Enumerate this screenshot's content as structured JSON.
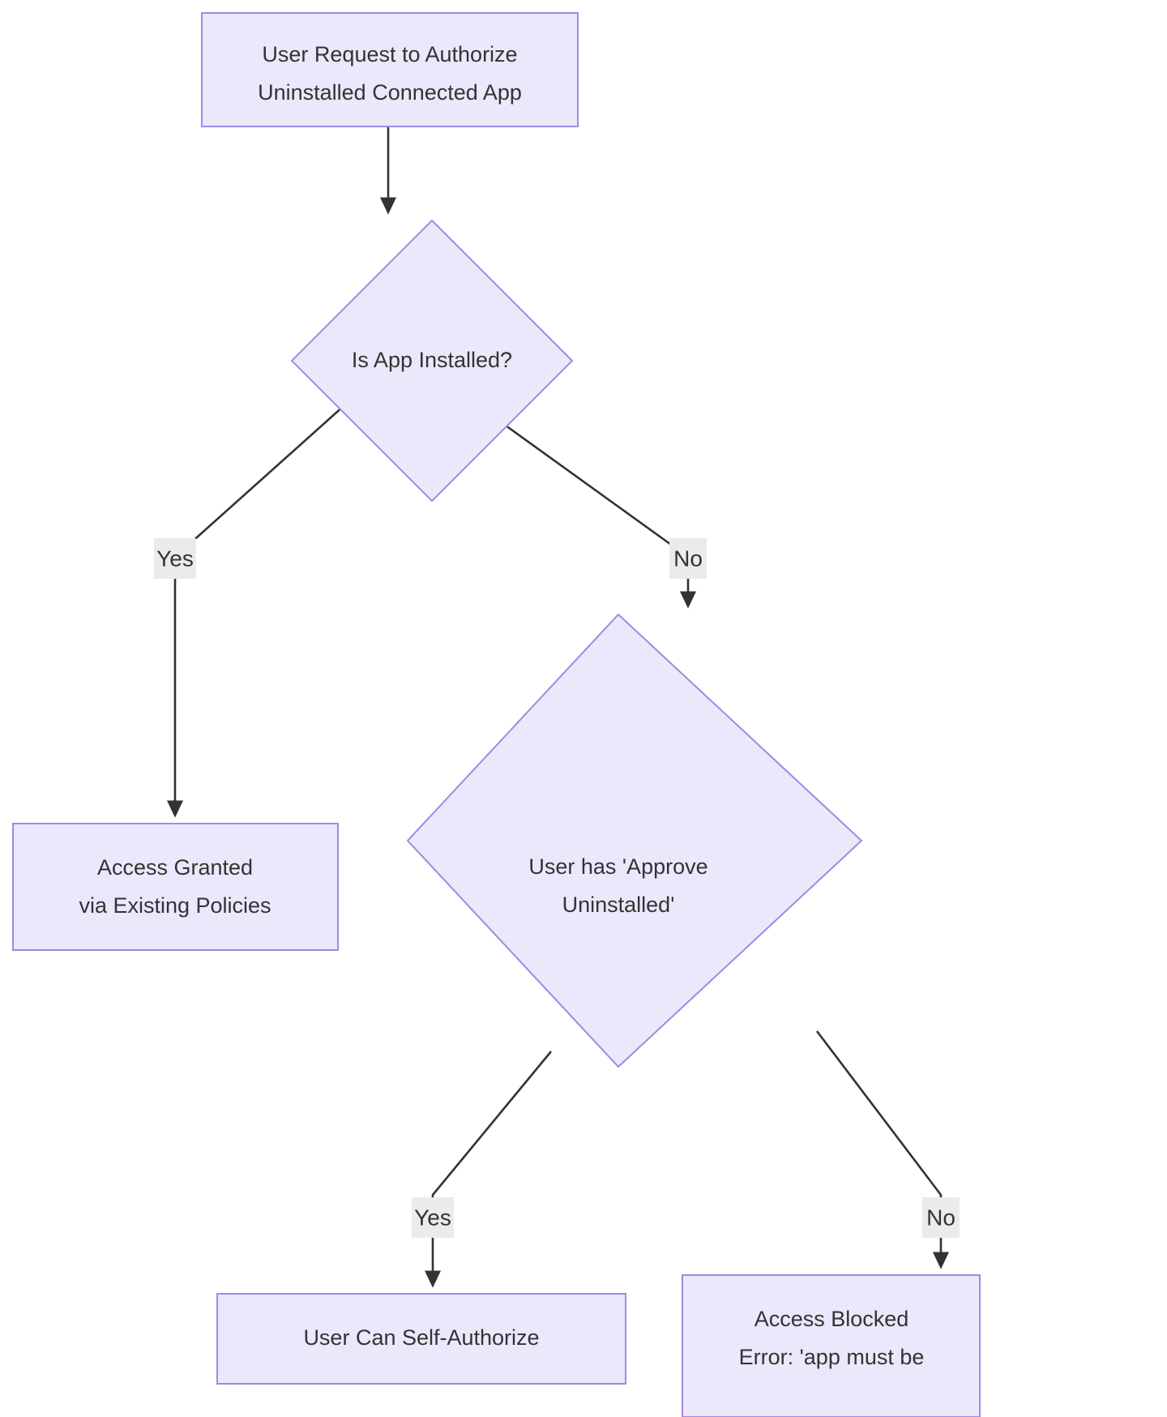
{
  "diagram": {
    "type": "flowchart",
    "title": "Authorize Uninstalled Connected App decision flow",
    "direction": "top-down",
    "colors": {
      "node_fill": "#e9e9fb",
      "node_border": "#a387e4",
      "node_text": "#333333",
      "edge_stroke": "#333333",
      "edge_label_bg": "#ebebeb",
      "canvas_bg": "#ffffff"
    },
    "nodes": [
      {
        "id": "start",
        "shape": "rect",
        "lines": [
          "User Request to Authorize",
          "Uninstalled Connected App"
        ]
      },
      {
        "id": "is_app_installed",
        "shape": "diamond",
        "lines": [
          "Is App Installed?"
        ]
      },
      {
        "id": "access_granted",
        "shape": "rect",
        "lines": [
          "Access Granted",
          "via Existing Policies"
        ]
      },
      {
        "id": "has_approve_uninstalled",
        "shape": "diamond",
        "lines": [
          "User has 'Approve",
          "Uninstalled'"
        ]
      },
      {
        "id": "self_authorize",
        "shape": "rect",
        "lines": [
          "User Can Self-Authorize"
        ]
      },
      {
        "id": "access_blocked",
        "shape": "rect",
        "lines": [
          "Access Blocked",
          "Error: 'app must be"
        ]
      }
    ],
    "edges": [
      {
        "id": "e1",
        "from": "start",
        "to": "is_app_installed",
        "label": ""
      },
      {
        "id": "e2",
        "from": "is_app_installed",
        "to": "access_granted",
        "label": "Yes"
      },
      {
        "id": "e3",
        "from": "is_app_installed",
        "to": "has_approve_uninstalled",
        "label": "No"
      },
      {
        "id": "e4",
        "from": "has_approve_uninstalled",
        "to": "self_authorize",
        "label": "Yes"
      },
      {
        "id": "e5",
        "from": "has_approve_uninstalled",
        "to": "access_blocked",
        "label": "No"
      }
    ]
  }
}
